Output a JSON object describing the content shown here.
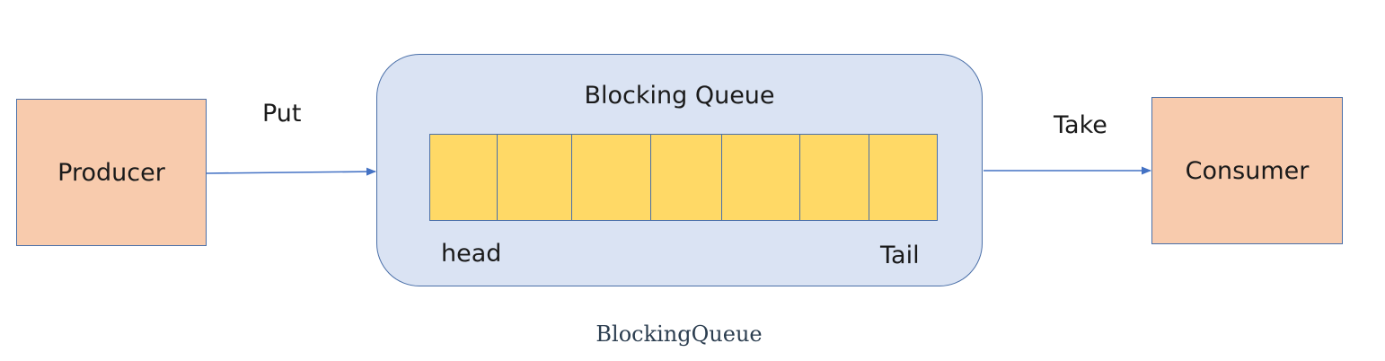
{
  "nodes": {
    "producer": "Producer",
    "consumer": "Consumer",
    "queue_title": "Blocking Queue",
    "head": "head",
    "tail": "Tail"
  },
  "edges": {
    "put": "Put",
    "take": "Take"
  },
  "queue": {
    "slot_count": 7
  },
  "caption": "BlockingQueue",
  "colors": {
    "node_fill": "#f8cbad",
    "queue_fill": "#dae3f3",
    "slot_fill": "#ffd966",
    "stroke": "#4a6fa8",
    "caption": "#2c3e50"
  }
}
